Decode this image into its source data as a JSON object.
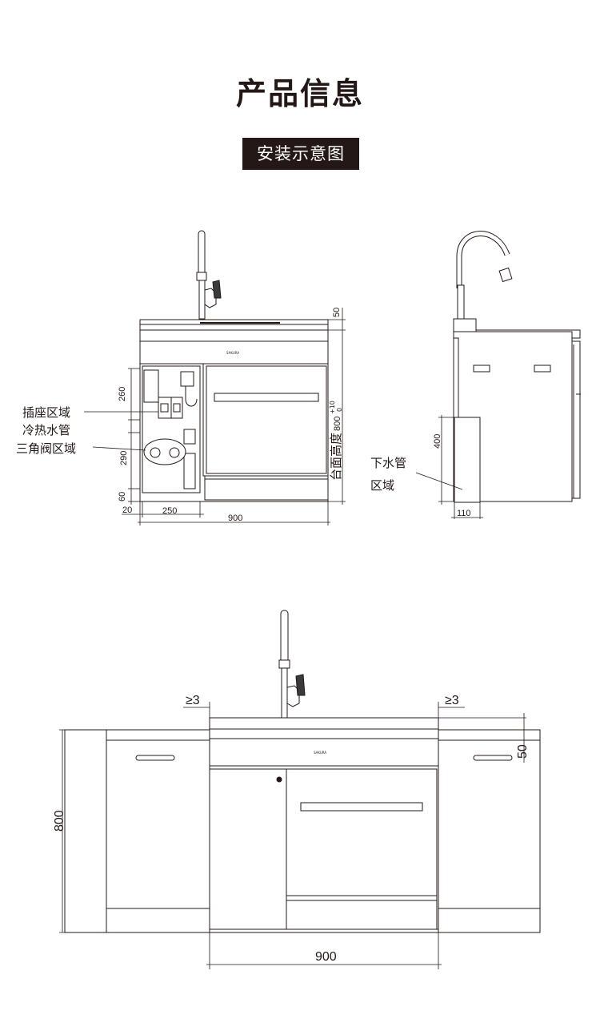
{
  "page": {
    "title": "产品信息",
    "section_label": "安装示意图"
  },
  "front_view": {
    "callouts": [
      "插座区域",
      "冷热水管",
      "三角阀区域"
    ],
    "brand_text": "SAKURA",
    "dims": {
      "top_thickness": "50",
      "socket_height": "260",
      "valve_height": "290",
      "kick_height": "60",
      "side_offset": "20",
      "cabinet_width": "250",
      "total_width": "900",
      "counter_height_label": "台面高度",
      "counter_height_value": "800",
      "tol_upper": "+10",
      "tol_lower": "0"
    }
  },
  "side_view": {
    "callouts": [
      "下水管",
      "区域"
    ],
    "dims": {
      "drain_height": "400",
      "drain_width": "110"
    }
  },
  "install_view": {
    "brand_text": "SAKURA",
    "dims": {
      "gap_left": "≥3",
      "gap_right": "≥3",
      "top_thickness": "50",
      "height": "800",
      "width": "900"
    }
  }
}
